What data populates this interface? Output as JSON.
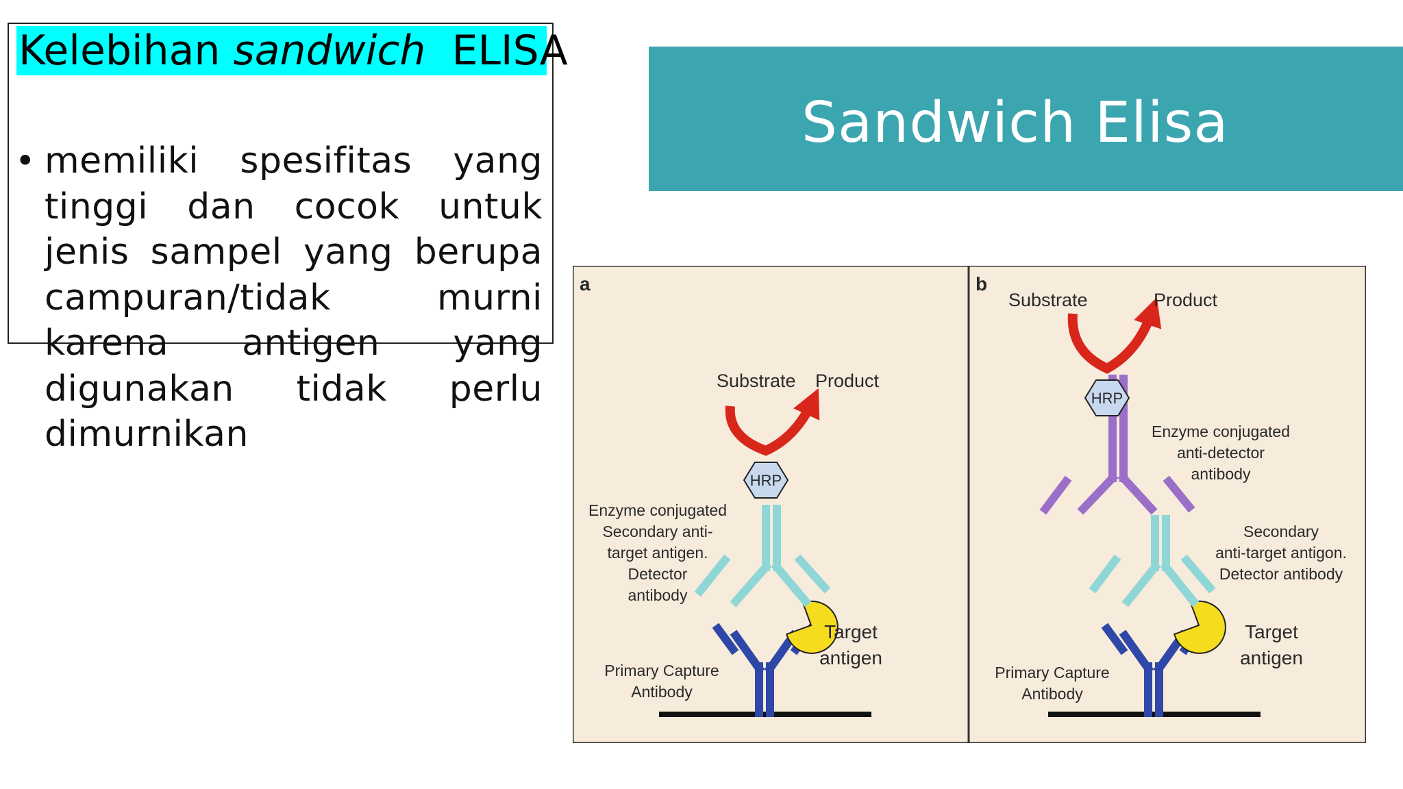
{
  "slide": {
    "title_part1": "Kelebihan ",
    "title_italic": "sandwich",
    "title_part2": "  ELISA",
    "bullet_symbol": "•",
    "bullet_text": "memiliki spesifitas yang tinggi dan cocok untuk jenis sampel yang berupa campuran/tidak murni karena antigen yang digunakan tidak perlu dimurnikan",
    "banner_title": "Sandwich Elisa"
  },
  "figure": {
    "panel_a": {
      "letter": "a",
      "substrate": "Substrate",
      "product": "Product",
      "hrp": "HRP",
      "detector_label": [
        "Enzyme conjugated",
        "Secondary anti-",
        "target antigen.",
        "Detector",
        "antibody"
      ],
      "target_label": [
        "Target",
        "antigen"
      ],
      "capture_label": [
        "Primary Capture",
        "Antibody"
      ]
    },
    "panel_b": {
      "letter": "b",
      "substrate": "Substrate",
      "product": "Product",
      "hrp": "HRP",
      "enzyme_label": [
        "Enzyme conjugated",
        "anti-detector",
        "antibody"
      ],
      "secondary_label": [
        "Secondary",
        "anti-target antigon.",
        "Detector antibody"
      ],
      "target_label": [
        "Target",
        "antigen"
      ],
      "capture_label": [
        "Primary Capture",
        "Antibody"
      ]
    },
    "colors": {
      "background": "#f7ebdc",
      "capture_antibody": "#2f48a8",
      "detector_antibody": "#8fd6d6",
      "anti_detector_antibody": "#9b6fc8",
      "antigen": "#f5dc1e",
      "hrp": "#c8d8ee",
      "arrow": "#d8261b"
    }
  }
}
